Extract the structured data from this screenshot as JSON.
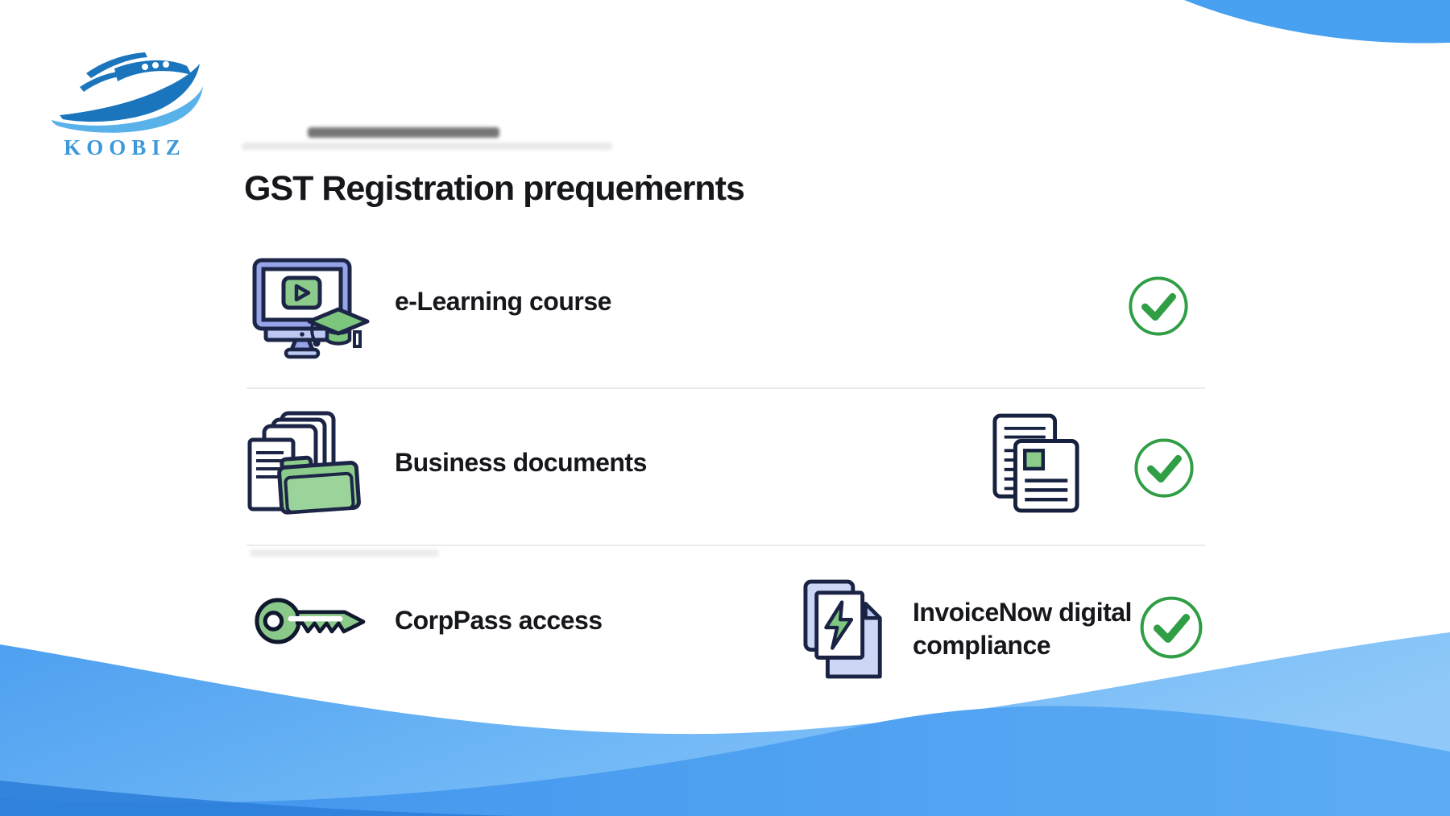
{
  "logo": {
    "brand": "KOOBIZ",
    "icon": "boat-yacht"
  },
  "header": {
    "title": "GST Registration prequeṁernts"
  },
  "checklist": {
    "rows": [
      {
        "label": "e-Learning course",
        "icon": "elearning-monitor-icon",
        "status": "checked"
      },
      {
        "label": "Business documents",
        "icon": "folder-documents-icon",
        "right_icon": "document-pair-icon",
        "status": "checked"
      },
      {
        "label": "CorpPass access",
        "icon": "key-icon",
        "right_icon": "invoice-bolt-documents-icon",
        "right_label": "InvoiceNow digital compliance",
        "status": "checked"
      }
    ]
  },
  "colors": {
    "check_green": "#2f9e44",
    "icon_green": "#8ccc8b",
    "icon_periwinkle": "#96a4e8",
    "icon_outline_navy": "#1d2547",
    "wave_light_blue": "#5fadf3",
    "wave_medium_blue": "#4497ee",
    "wave_deep_blue": "#2e7fd9",
    "logo_boat_blue": "#1b75bc",
    "logo_wave_blue": "#59b1ea",
    "logo_text_blue": "#3e99dc",
    "divider_gray": "#ebebeb"
  }
}
